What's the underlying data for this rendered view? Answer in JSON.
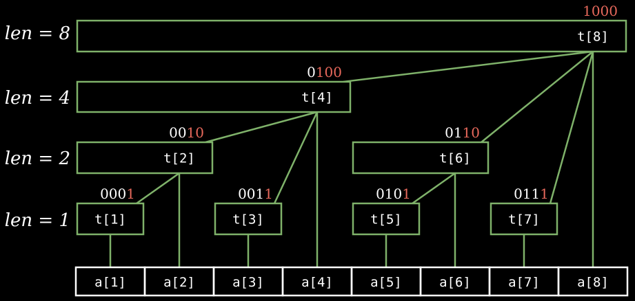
{
  "colors": {
    "background": "#000000",
    "node_border": "#7fb26a",
    "edge": "#7fb26a",
    "array_border": "#ffffff",
    "text": "#ffffff",
    "lowbit_highlight": "#e8695c"
  },
  "level_labels": {
    "len8": "len = 8",
    "len4": "len = 4",
    "len2": "len = 2",
    "len1": "len = 1"
  },
  "tree_nodes": [
    {
      "id": "t8",
      "label": "t[8]",
      "binary_prefix": "",
      "binary_suffix": "1000",
      "length": 8,
      "end_index": 8
    },
    {
      "id": "t4",
      "label": "t[4]",
      "binary_prefix": "0",
      "binary_suffix": "100",
      "length": 4,
      "end_index": 4
    },
    {
      "id": "t2",
      "label": "t[2]",
      "binary_prefix": "00",
      "binary_suffix": "10",
      "length": 2,
      "end_index": 2
    },
    {
      "id": "t6",
      "label": "t[6]",
      "binary_prefix": "01",
      "binary_suffix": "10",
      "length": 2,
      "end_index": 6
    },
    {
      "id": "t1",
      "label": "t[1]",
      "binary_prefix": "000",
      "binary_suffix": "1",
      "length": 1,
      "end_index": 1
    },
    {
      "id": "t3",
      "label": "t[3]",
      "binary_prefix": "001",
      "binary_suffix": "1",
      "length": 1,
      "end_index": 3
    },
    {
      "id": "t5",
      "label": "t[5]",
      "binary_prefix": "010",
      "binary_suffix": "1",
      "length": 1,
      "end_index": 5
    },
    {
      "id": "t7",
      "label": "t[7]",
      "binary_prefix": "011",
      "binary_suffix": "1",
      "length": 1,
      "end_index": 7
    }
  ],
  "array_cells": [
    "a[1]",
    "a[2]",
    "a[3]",
    "a[4]",
    "a[5]",
    "a[6]",
    "a[7]",
    "a[8]"
  ],
  "edges": [
    [
      "t2",
      "t1"
    ],
    [
      "t4",
      "t2"
    ],
    [
      "t4",
      "t3"
    ],
    [
      "t8",
      "t4"
    ],
    [
      "t6",
      "t5"
    ],
    [
      "t8",
      "t6"
    ],
    [
      "t8",
      "t7"
    ]
  ]
}
